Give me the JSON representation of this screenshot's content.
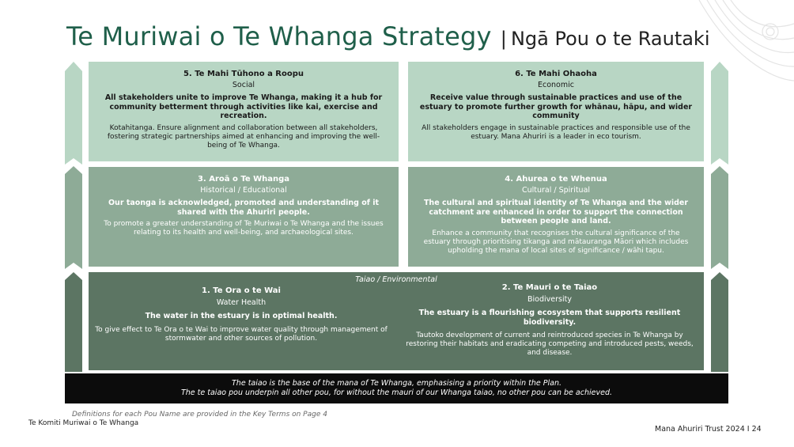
{
  "header": {
    "title_main": "Te Muriwai o Te Whanga Strategy",
    "title_sep": "|",
    "title_sub": "Ngā Pou o te Rautaki"
  },
  "panels": {
    "p5": {
      "name": "5. Te Mahi Tūhono a Roopu",
      "category": "Social",
      "goal": "All stakeholders unite to improve Te Whanga, making it a hub for community betterment through activities like kai, exercise and recreation.",
      "description": "Kotahitanga. Ensure alignment and collaboration between all stakeholders, fostering strategic partnerships aimed at enhancing and improving the well-being of Te Whanga."
    },
    "p6": {
      "name": "6. Te Mahi Ohaoha",
      "category": "Economic",
      "goal": "Receive value through sustainable practices and use of the estuary to promote further growth for whānau, hāpu, and wider community",
      "description": "All stakeholders engage in sustainable practices and responsible use of the estuary. Mana Ahuriri is a leader in eco tourism."
    },
    "p3": {
      "name": "3. Aroā o Te Whanga",
      "category": "Historical / Educational",
      "goal": "Our taonga is acknowledged, promoted and understanding of it shared with the Ahuriri people.",
      "description": "To promote a greater understanding of Te Muriwai o Te Whanga and the issues relating to its health and well-being, and archaeological sites."
    },
    "p4": {
      "name": "4. Ahurea o te Whenua",
      "category": "Cultural / Spiritual",
      "goal": "The cultural and spiritual identity of Te Whanga and the wider catchment are enhanced in order to support the connection between people and land.",
      "description": "Enhance a community that recognises the cultural significance of the estuary through prioritising tikanga and mātauranga Māori which includes upholding the mana of local sites of significance / wāhi tapu."
    }
  },
  "base": {
    "label": "Taiao / Environmental",
    "p1": {
      "name": "1. Te Ora o te Wai",
      "category": "Water Health",
      "goal": "The water in the estuary is in optimal health.",
      "description": "To give effect to Te Ora o te Wai to improve water quality through management of stormwater and other sources of pollution."
    },
    "p2": {
      "name": "2. Te Mauri o te Taiao",
      "category": "Biodiversity",
      "goal": "The estuary is a flourishing ecosystem that supports resilient biodiversity.",
      "description": "Tautoko development of current and reintroduced species in Te Whanga by restoring their habitats and eradicating competing and introduced pests, weeds, and disease."
    }
  },
  "banner": {
    "line1": "The taiao is the base of the mana of Te Whanga, emphasising a priority within the Plan.",
    "line2": "The te taiao pou underpin all other pou, for without the mauri of our Whanga taiao, no other pou can be achieved."
  },
  "footer": {
    "note": "Definitions for each Pou Name are provided in the Key Terms on Page 4",
    "left": "Te Komiti Muriwai o Te Whanga",
    "right": "Mana Ahuriri Trust 2024  I  24"
  },
  "colors": {
    "title_green": "#1f5f4a",
    "tier_top": "#b8d6c4",
    "tier_mid": "#8eab97",
    "tier_base": "#5c7563",
    "banner": "#0c0c0c"
  }
}
